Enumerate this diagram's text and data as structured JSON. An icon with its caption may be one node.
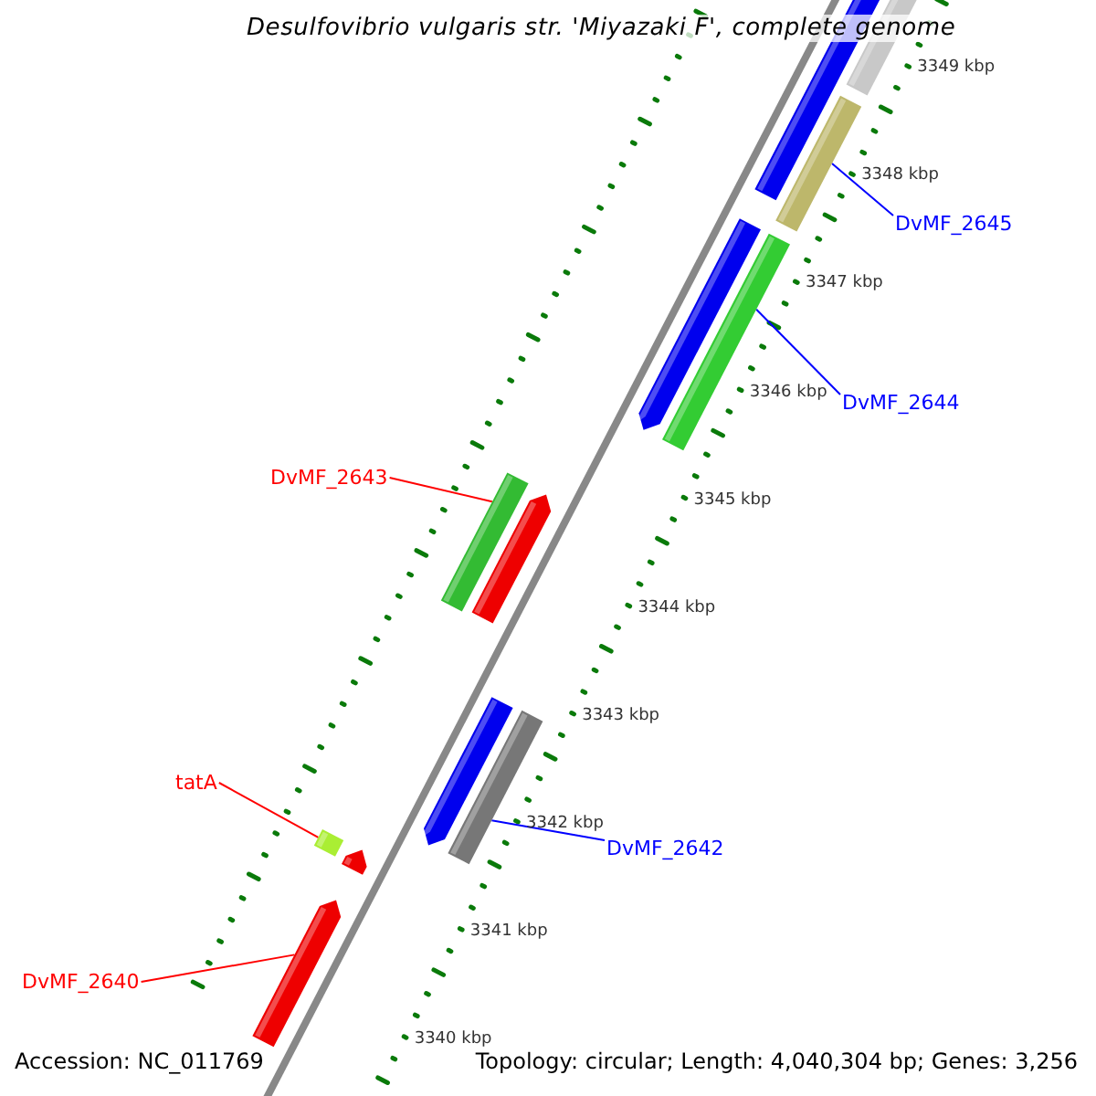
{
  "diagram": {
    "title": "Desulfovibrio vulgaris str. 'Miyazaki F', complete genome",
    "nodes": [
      {
        "text": [
          "DvMF_2645"
        ]
      },
      {
        "text": [],
        "shape": "bar"
      },
      {
        "text": [
          "DvMF_2644"
        ]
      },
      {
        "text": [],
        "shape": "bar"
      },
      {
        "text": [
          "DvMF_2643"
        ]
      },
      {
        "text": [],
        "shape": "bar"
      },
      {
        "text": [
          "tatA"
        ]
      },
      {
        "text": [],
        "shape": "bar"
      },
      {
        "text": [
          "DvMF_2642"
        ]
      },
      {
        "text": [],
        "shape": "bar"
      },
      {
        "text": [
          "DvMF_2640"
        ]
      },
      {
        "text": [],
        "shape": "bar"
      }
    ],
    "edges": [
      {
        "from": 0,
        "to": 1,
        "arrow": "none"
      },
      {
        "from": 2,
        "to": 3,
        "arrow": "none"
      },
      {
        "from": 4,
        "to": 5,
        "arrow": "none",
        "color": "#ff0000"
      },
      {
        "from": 6,
        "to": 7,
        "arrow": "none",
        "color": "#ff0000"
      },
      {
        "from": 8,
        "to": 9,
        "arrow": "none"
      },
      {
        "from": 10,
        "to": 11,
        "arrow": "none",
        "color": "#ff0000"
      }
    ],
    "labels": [
      "3349 kbp",
      "3348 kbp",
      "3347 kbp",
      "3346 kbp",
      "3345 kbp",
      "3344 kbp",
      "3343 kbp",
      "3342 kbp",
      "3341 kbp",
      "3340 kbp",
      "Accession: NC_011769",
      "Topology: circular; Length: 4,040,304 bp; Genes: 3,256"
    ]
  }
}
